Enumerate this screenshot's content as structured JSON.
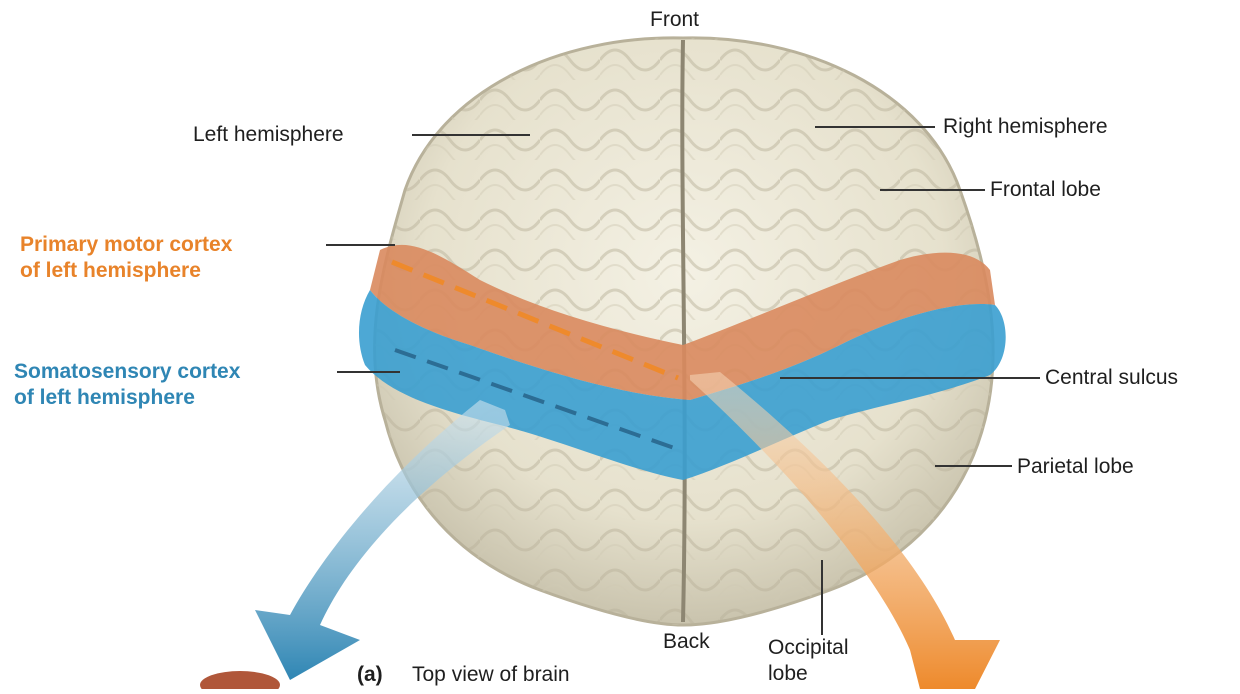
{
  "labels": {
    "front": "Front",
    "back": "Back",
    "left_hemisphere": "Left hemisphere",
    "right_hemisphere": "Right hemisphere",
    "frontal_lobe": "Frontal lobe",
    "primary_motor_line1": "Primary motor cortex",
    "primary_motor_line2": "of left hemisphere",
    "somatosensory_line1": "Somatosensory cortex",
    "somatosensory_line2": "of left hemisphere",
    "central_sulcus": "Central sulcus",
    "parietal_lobe": "Parietal lobe",
    "occipital_line1": "Occipital",
    "occipital_line2": "lobe"
  },
  "caption": {
    "tag": "(a)",
    "text": "Top view of brain"
  },
  "colors": {
    "motor_cortex": "#d98a5e",
    "somatosensory_cortex": "#3a9fd0",
    "brain_tissue": "#e9e4d2",
    "motor_label": "#e8832a",
    "somatosensory_label": "#2f86b4"
  }
}
